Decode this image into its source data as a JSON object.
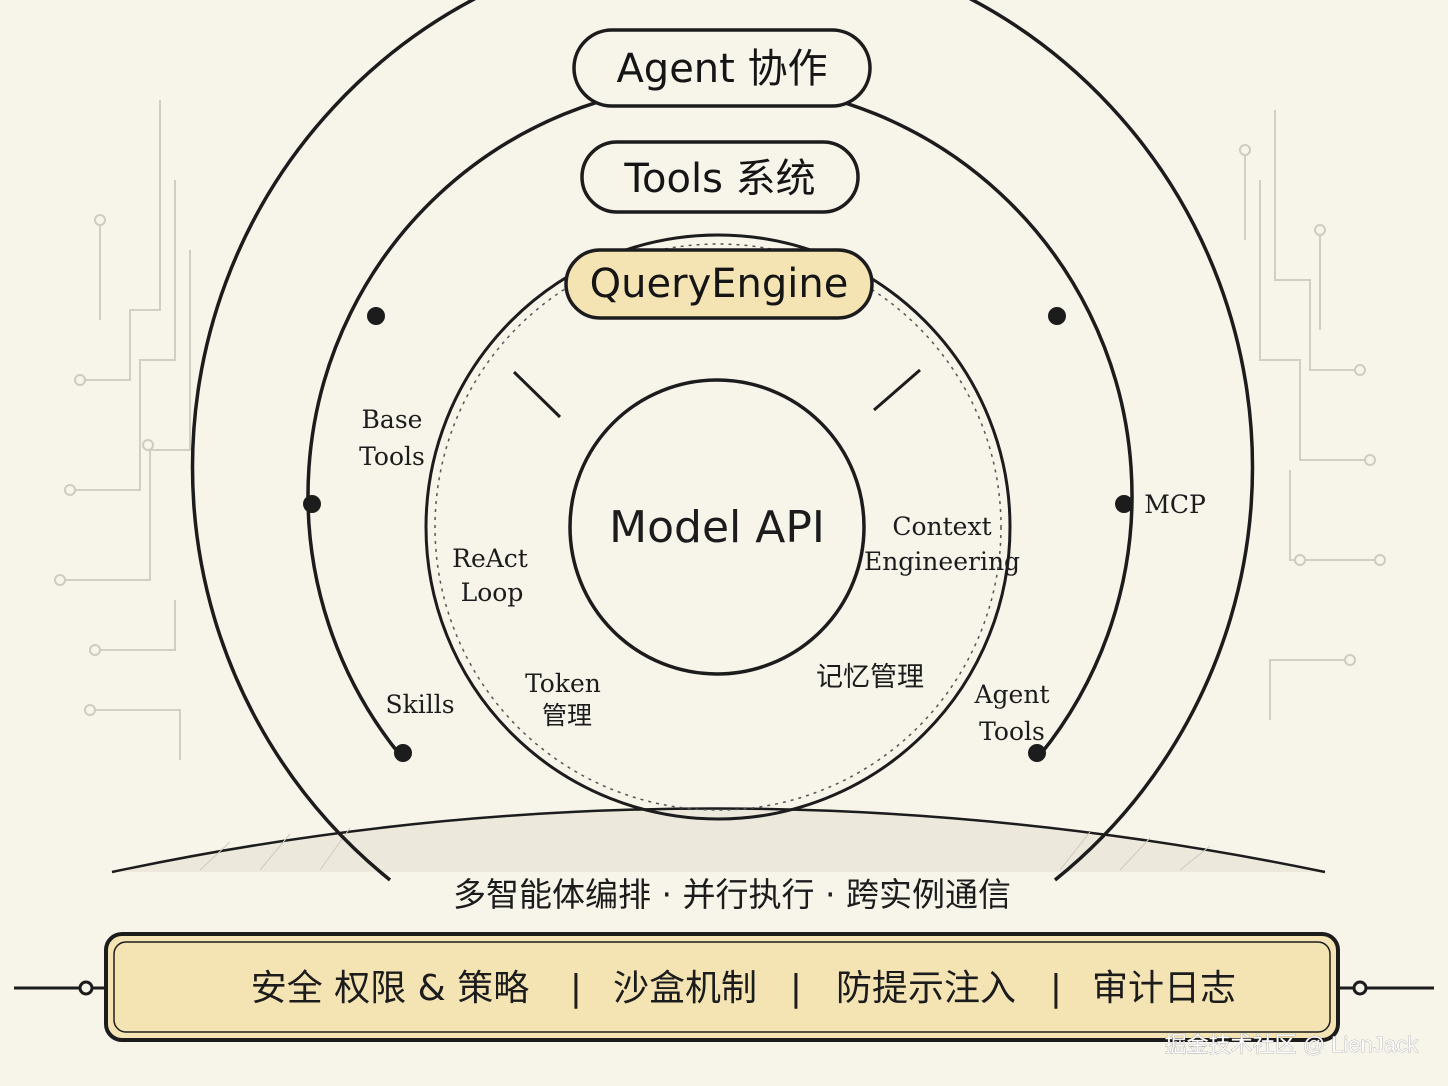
{
  "layers": {
    "agent": "Agent 协作",
    "tools": "Tools 系统",
    "engine": "QueryEngine",
    "core": "Model API"
  },
  "tools_ring": {
    "base_tools_1": "Base",
    "base_tools_2": "Tools",
    "mcp": "MCP",
    "skills": "Skills",
    "agent_tools_1": "Agent",
    "agent_tools_2": "Tools"
  },
  "engine_ring": {
    "react_1": "ReAct",
    "react_2": "Loop",
    "context_1": "Context",
    "context_2": "Engineering",
    "token_1": "Token",
    "token_2": "管理",
    "memory": "记忆管理"
  },
  "agent_caption": "多智能体编排 · 并行执行 · 跨实例通信",
  "security_bar": {
    "item1": "安全 权限 & 策略",
    "sep1": "|",
    "item2": "沙盒机制",
    "sep2": "|",
    "item3": "防提示注入",
    "sep3": "|",
    "item4": "审计日志"
  },
  "watermark": "掘金技术社区 @ LienJack",
  "colors": {
    "paper": "#f7f4ea",
    "ink": "#1c1c1c",
    "highlight": "#f4e4b4",
    "circuit": "#cfcbbf"
  }
}
